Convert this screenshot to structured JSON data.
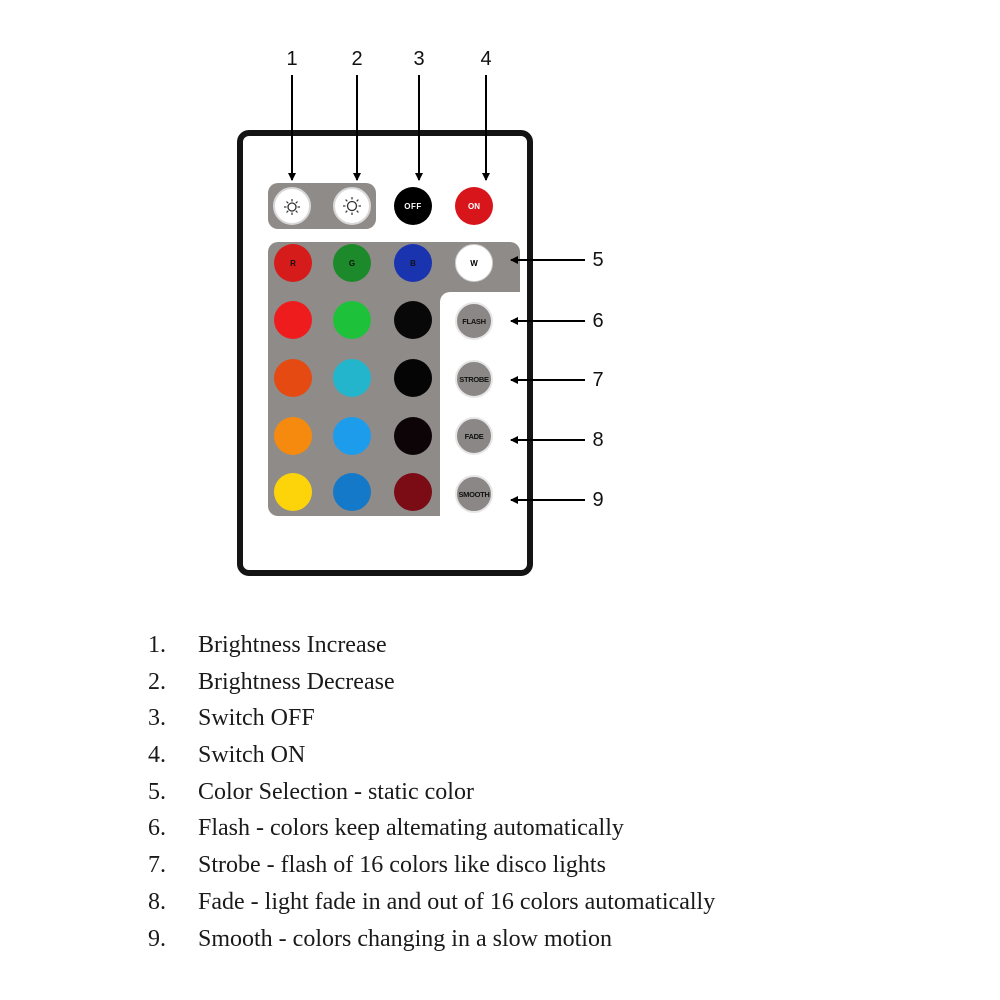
{
  "callouts": [
    "1",
    "2",
    "3",
    "4",
    "5",
    "6",
    "7",
    "8",
    "9"
  ],
  "icons": {
    "brightness_up": "sun-up-icon",
    "brightness_down": "sun-down-icon"
  },
  "top_buttons": {
    "off_label": "OFF",
    "on_label": "ON"
  },
  "rgb_row": [
    {
      "label": "R",
      "color": "#d61b1b"
    },
    {
      "label": "G",
      "color": "#1c8a2a"
    },
    {
      "label": "B",
      "color": "#1a34b0"
    },
    {
      "label": "W",
      "color": "#ffffff"
    }
  ],
  "color_grid": [
    [
      "#ee1c1c",
      "#1ec23a",
      "#080808"
    ],
    [
      "#e44a12",
      "#22b5cc",
      "#050505"
    ],
    [
      "#f58a0e",
      "#1e9cec",
      "#0c0406"
    ],
    [
      "#fdd40a",
      "#1479c8",
      "#7b0b14"
    ]
  ],
  "mode_buttons": [
    "FLASH",
    "STROBE",
    "FADE",
    "SMOOTH"
  ],
  "legend": [
    {
      "num": "1.",
      "text": "Brightness Increase"
    },
    {
      "num": "2.",
      "text": "Brightness Decrease"
    },
    {
      "num": "3.",
      "text": "Switch OFF"
    },
    {
      "num": "4.",
      "text": "Switch ON"
    },
    {
      "num": "5.",
      "text": "Color Selection - static color"
    },
    {
      "num": "6.",
      "text": "Flash - colors keep altemating automatically"
    },
    {
      "num": "7.",
      "text": "Strobe - flash of 16 colors like disco lights"
    },
    {
      "num": "8.",
      "text": "Fade - light fade in and out of 16  colors automatically"
    },
    {
      "num": "9.",
      "text": "Smooth - colors changing in a slow motion"
    }
  ]
}
